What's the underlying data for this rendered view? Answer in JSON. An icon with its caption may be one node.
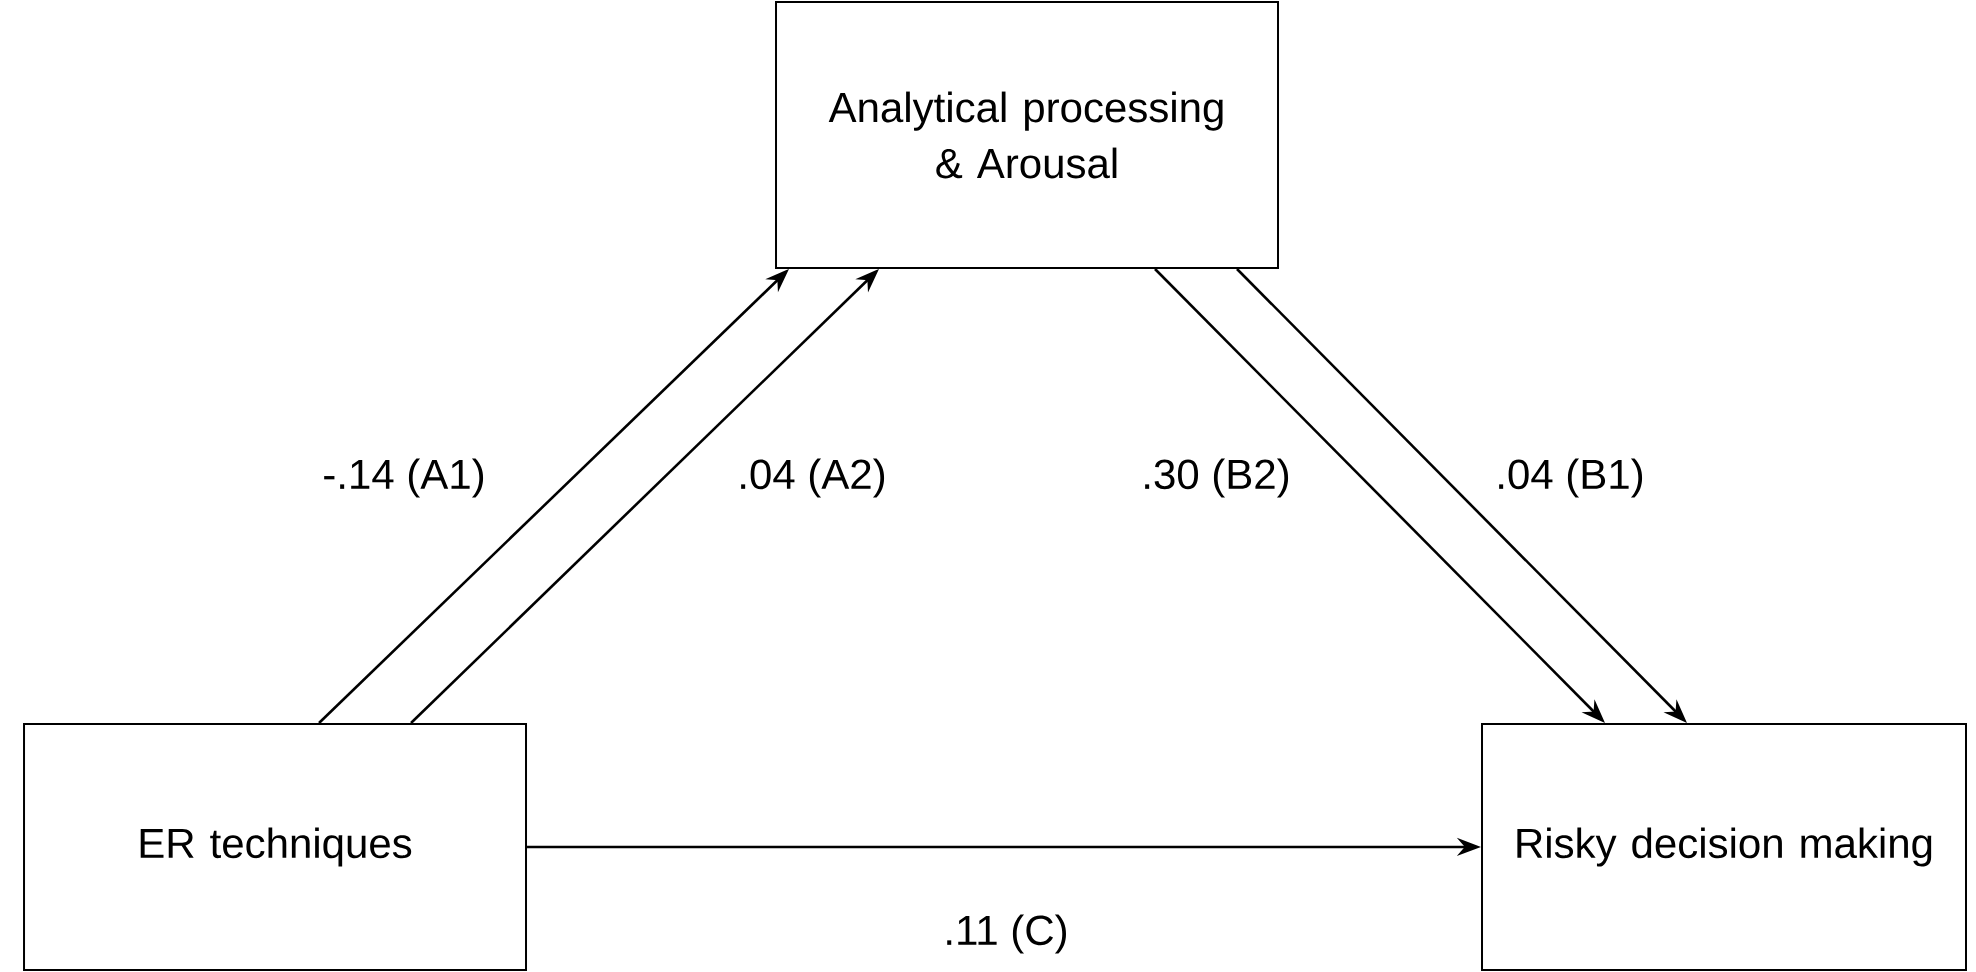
{
  "diagram": {
    "nodes": [
      {
        "text": [
          "Analytical processing & Arousal"
        ]
      },
      {
        "text": [
          "ER techniques"
        ]
      },
      {
        "text": [
          "Risky decision making"
        ]
      }
    ],
    "edges": [
      {
        "from": 1,
        "to": 0,
        "arrow": "to",
        "label": "-.14 (A1)"
      },
      {
        "from": 1,
        "to": 0,
        "arrow": "to",
        "label": ".04 (A2)"
      },
      {
        "from": 0,
        "to": 2,
        "arrow": "to",
        "label": ".30 (B2)"
      },
      {
        "from": 0,
        "to": 2,
        "arrow": "to",
        "label": ".04 (B1)"
      },
      {
        "from": 1,
        "to": 2,
        "arrow": "to",
        "label": ".11 (C)"
      }
    ]
  }
}
